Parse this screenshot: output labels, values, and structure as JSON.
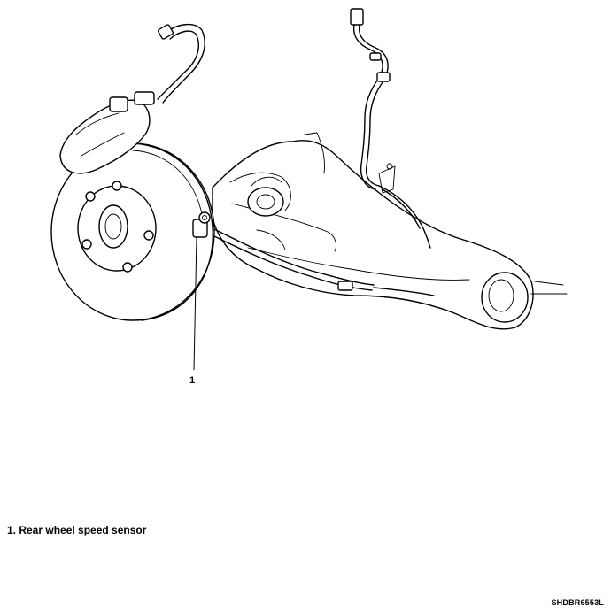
{
  "callouts": [
    {
      "number": "1"
    }
  ],
  "legend": [
    {
      "text": "1. Rear wheel speed sensor"
    }
  ],
  "figure_code": "SHDBR6553L"
}
